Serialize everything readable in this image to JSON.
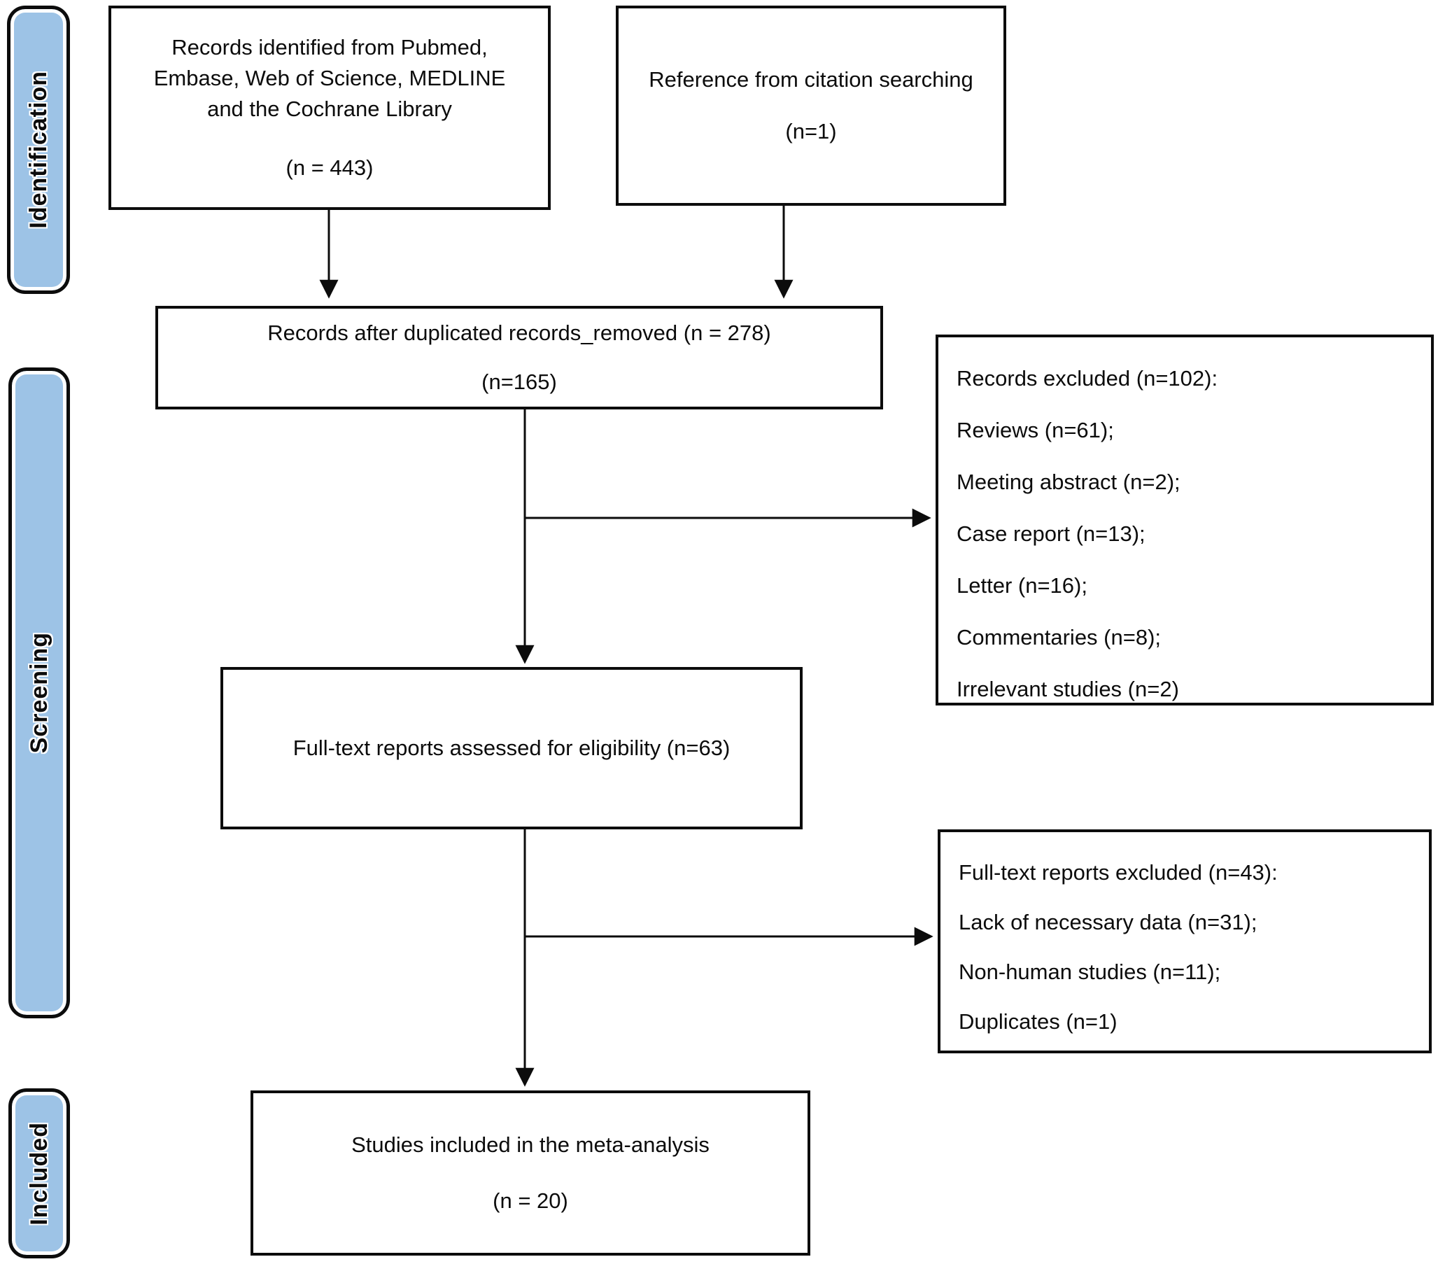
{
  "diagram": {
    "accent_color": "#9DC3E6",
    "stage_labels": [
      "Identification",
      "Screening",
      "Included"
    ],
    "boxes": {
      "identified": {
        "lines": [
          "Records identified from Pubmed,",
          "Embase, Web of Science, MEDLINE",
          "and the Cochrane Library"
        ],
        "count": "(n = 443)"
      },
      "citation": {
        "lines": [
          "Reference from citation searching"
        ],
        "count": "(n=1)"
      },
      "deduplicated": {
        "lines": [
          "Records after duplicated records_removed (n = 278)"
        ],
        "count": "(n=165)"
      },
      "records_excluded": {
        "lines": [
          "Records excluded (n=102):",
          "Reviews (n=61);",
          "Meeting abstract (n=2);",
          "Case report (n=13);",
          "Letter (n=16);",
          "Commentaries (n=8);",
          "Irrelevant studies (n=2)"
        ]
      },
      "fulltext_assessed": {
        "lines": [
          "Full-text reports assessed for eligibility (n=63)"
        ]
      },
      "fulltext_excluded": {
        "lines": [
          "Full-text reports excluded (n=43):",
          "Lack of necessary data (n=31);",
          "Non-human studies (n=11);",
          "Duplicates (n=1)"
        ]
      },
      "included_studies": {
        "lines": [
          "Studies included in the meta-analysis"
        ],
        "count": "(n = 20)"
      }
    }
  }
}
